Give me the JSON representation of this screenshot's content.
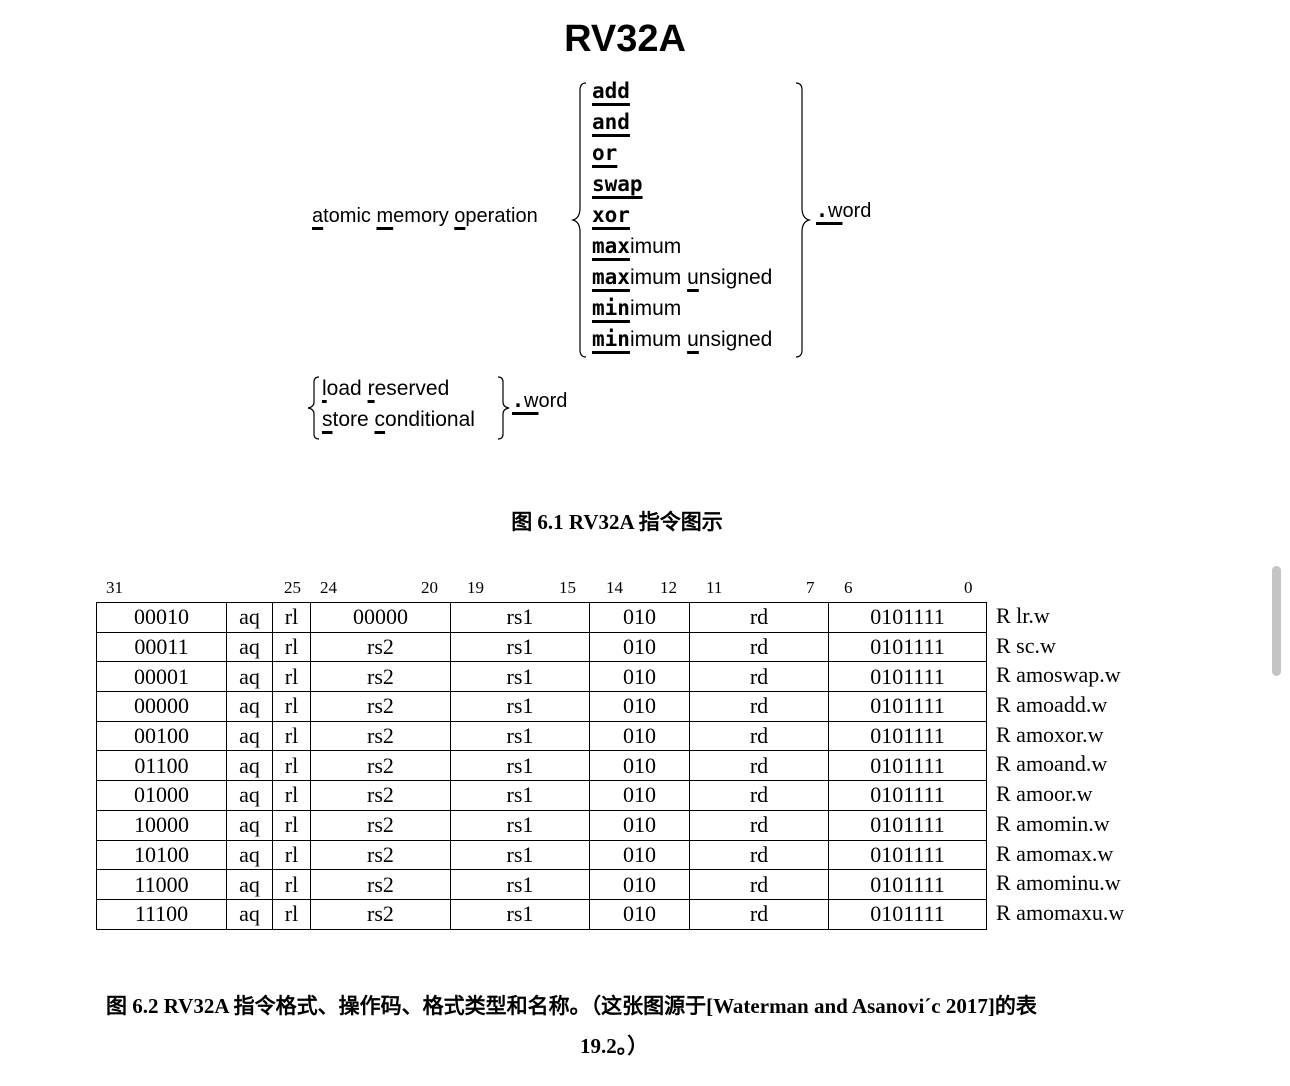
{
  "figure1": {
    "title": "RV32A",
    "amo_label": "atomic memory operation",
    "operations": [
      {
        "kind": "word",
        "text": "add"
      },
      {
        "kind": "word",
        "text": "and"
      },
      {
        "kind": "word",
        "text": "or"
      },
      {
        "kind": "word",
        "text": "swap"
      },
      {
        "kind": "word",
        "text": "xor"
      },
      {
        "kind": "prefix",
        "text": "max",
        "rest": "imum",
        "extra": ""
      },
      {
        "kind": "prefix",
        "text": "max",
        "rest": "imum ",
        "extra": "unsigned"
      },
      {
        "kind": "prefix",
        "text": "min",
        "rest": "imum",
        "extra": ""
      },
      {
        "kind": "prefix",
        "text": "min",
        "rest": "imum ",
        "extra": "unsigned"
      }
    ],
    "amo_suffix_dot": ".",
    "amo_suffix_word": "word",
    "lr_label": "load reserved",
    "sc_label": "store conditional",
    "lrsc_suffix_dot": ".",
    "lrsc_suffix_word": "word",
    "caption": "图 6.1 RV32A 指令图示"
  },
  "figure2": {
    "bit_positions": [
      "31",
      "25",
      "24",
      "20",
      "19",
      "15",
      "14",
      "12",
      "11",
      "7",
      "6",
      "0"
    ],
    "rows": [
      {
        "funct5": "00010",
        "aq": "aq",
        "rl": "rl",
        "rs2": "00000",
        "rs1": "rs1",
        "funct3": "010",
        "rd": "rd",
        "opcode": "0101111",
        "name": "R lr.w"
      },
      {
        "funct5": "00011",
        "aq": "aq",
        "rl": "rl",
        "rs2": "rs2",
        "rs1": "rs1",
        "funct3": "010",
        "rd": "rd",
        "opcode": "0101111",
        "name": "R sc.w"
      },
      {
        "funct5": "00001",
        "aq": "aq",
        "rl": "rl",
        "rs2": "rs2",
        "rs1": "rs1",
        "funct3": "010",
        "rd": "rd",
        "opcode": "0101111",
        "name": "R amoswap.w"
      },
      {
        "funct5": "00000",
        "aq": "aq",
        "rl": "rl",
        "rs2": "rs2",
        "rs1": "rs1",
        "funct3": "010",
        "rd": "rd",
        "opcode": "0101111",
        "name": "R amoadd.w"
      },
      {
        "funct5": "00100",
        "aq": "aq",
        "rl": "rl",
        "rs2": "rs2",
        "rs1": "rs1",
        "funct3": "010",
        "rd": "rd",
        "opcode": "0101111",
        "name": "R amoxor.w"
      },
      {
        "funct5": "01100",
        "aq": "aq",
        "rl": "rl",
        "rs2": "rs2",
        "rs1": "rs1",
        "funct3": "010",
        "rd": "rd",
        "opcode": "0101111",
        "name": "R amoand.w"
      },
      {
        "funct5": "01000",
        "aq": "aq",
        "rl": "rl",
        "rs2": "rs2",
        "rs1": "rs1",
        "funct3": "010",
        "rd": "rd",
        "opcode": "0101111",
        "name": "R amoor.w"
      },
      {
        "funct5": "10000",
        "aq": "aq",
        "rl": "rl",
        "rs2": "rs2",
        "rs1": "rs1",
        "funct3": "010",
        "rd": "rd",
        "opcode": "0101111",
        "name": "R amomin.w"
      },
      {
        "funct5": "10100",
        "aq": "aq",
        "rl": "rl",
        "rs2": "rs2",
        "rs1": "rs1",
        "funct3": "010",
        "rd": "rd",
        "opcode": "0101111",
        "name": "R amomax.w"
      },
      {
        "funct5": "11000",
        "aq": "aq",
        "rl": "rl",
        "rs2": "rs2",
        "rs1": "rs1",
        "funct3": "010",
        "rd": "rd",
        "opcode": "0101111",
        "name": "R amominu.w"
      },
      {
        "funct5": "11100",
        "aq": "aq",
        "rl": "rl",
        "rs2": "rs2",
        "rs1": "rs1",
        "funct3": "010",
        "rd": "rd",
        "opcode": "0101111",
        "name": "R amomaxu.w"
      }
    ],
    "caption_line1": "图 6.2 RV32A 指令格式、操作码、格式类型和名称。（这张图源于[Waterman and Asanovi´c 2017]的表",
    "caption_line2": "19.2。）"
  }
}
